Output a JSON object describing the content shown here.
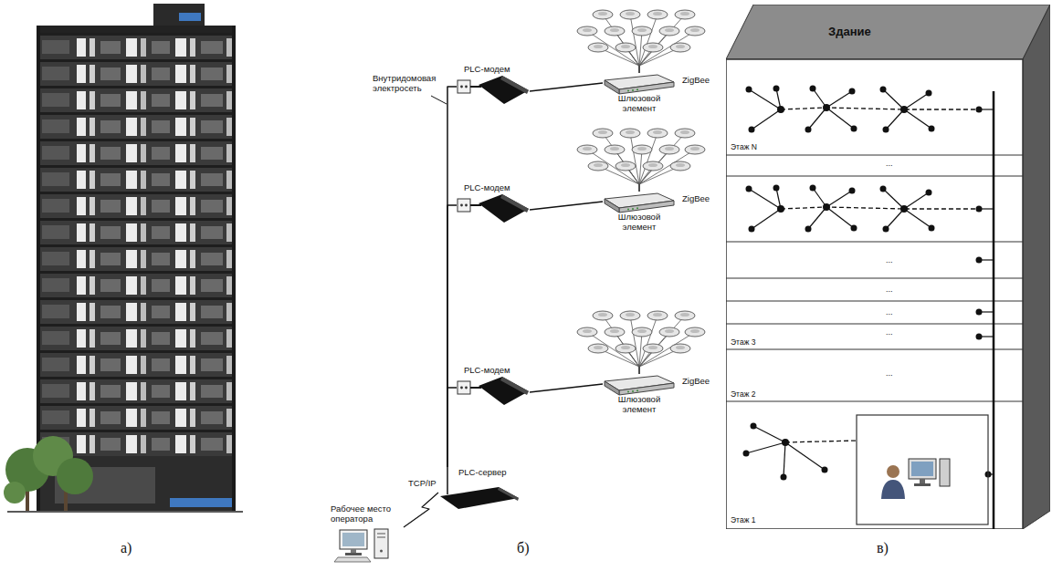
{
  "diagram": {
    "nodes": [
      {
        "text": [
          "PLC-модем"
        ]
      },
      {
        "text": [
          "Шлюзовой элемент"
        ]
      },
      {
        "text": [
          "ZigBee"
        ]
      },
      {
        "text": [
          "PLC-модем"
        ]
      },
      {
        "text": [
          "Шлюзовой элемент"
        ]
      },
      {
        "text": [
          "ZigBee"
        ]
      },
      {
        "text": [
          "PLC-модем"
        ]
      },
      {
        "text": [
          "Шлюзовой элемент"
        ]
      },
      {
        "text": [
          "ZigBee"
        ]
      },
      {
        "text": [
          "PLC-сервер"
        ]
      },
      {
        "text": [
          "Рабочее место оператора"
        ]
      },
      {
        "text": [
          "Здание"
        ]
      }
    ],
    "edges": [
      {
        "from": 9,
        "to": 0,
        "arrow": "none"
      },
      {
        "from": 9,
        "to": 3,
        "arrow": "none"
      },
      {
        "from": 9,
        "to": 6,
        "arrow": "none"
      },
      {
        "from": 0,
        "to": 1,
        "arrow": "none"
      },
      {
        "from": 1,
        "to": 2,
        "arrow": "none"
      },
      {
        "from": 3,
        "to": 4,
        "arrow": "none"
      },
      {
        "from": 4,
        "to": 5,
        "arrow": "none"
      },
      {
        "from": 6,
        "to": 7,
        "arrow": "none"
      },
      {
        "from": 7,
        "to": 8,
        "arrow": "none"
      },
      {
        "from": 9,
        "to": 10,
        "arrow": "none",
        "label": "TCP/IP"
      }
    ],
    "labels": [
      "Внутридомовая электросеть",
      "Этаж N",
      "...",
      "...",
      "...",
      "...",
      "...",
      "Этаж 3",
      "...",
      "Этаж 2",
      "Этаж 1",
      "а)",
      "б)",
      "в)"
    ]
  }
}
